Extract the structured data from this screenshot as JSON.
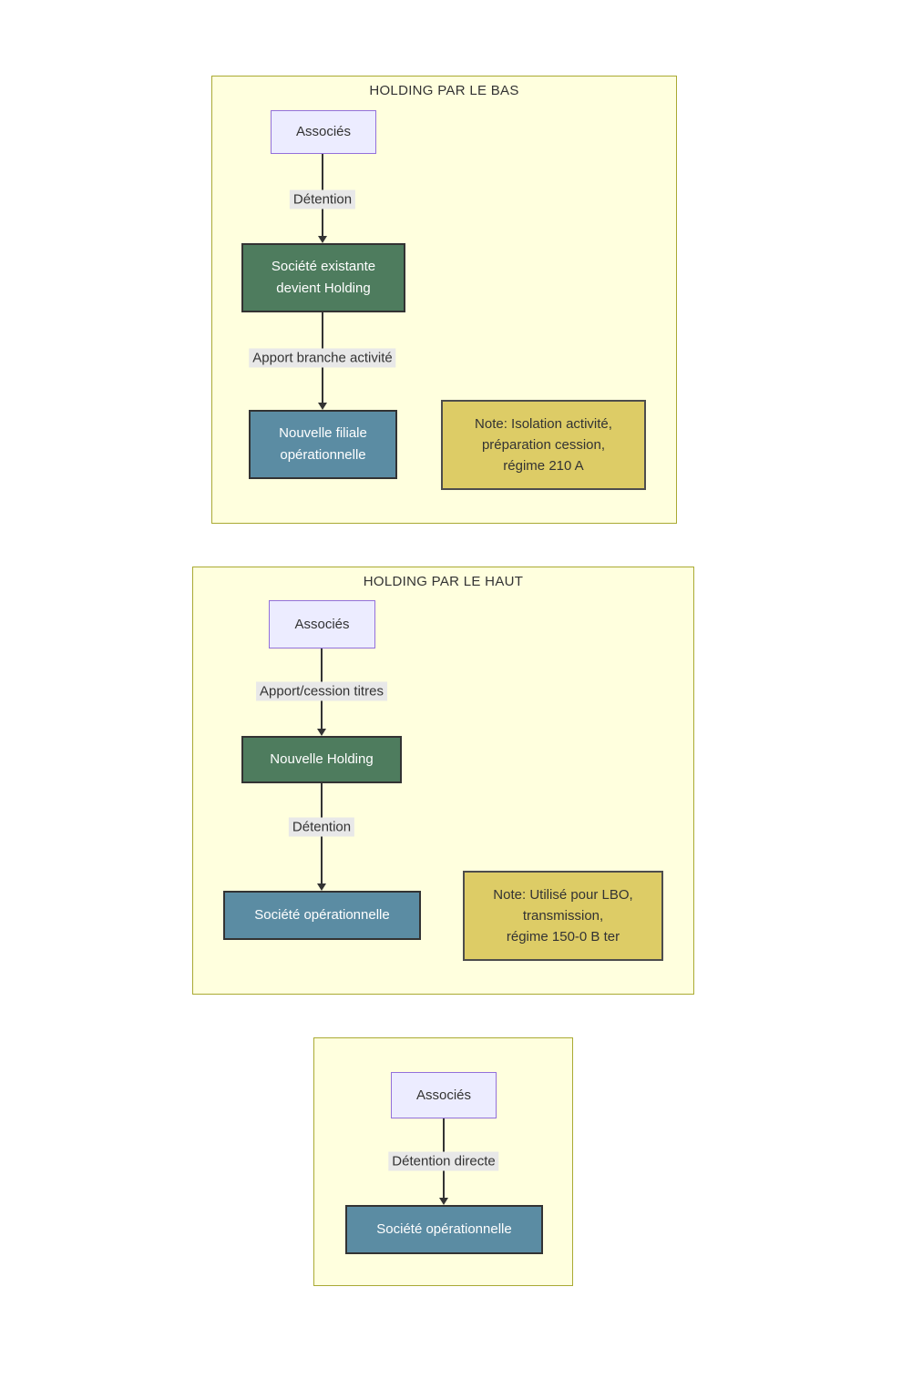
{
  "colors": {
    "cluster_bg": "#ffffde",
    "cluster_border": "#aaaa33",
    "node_lavender_bg": "#ececff",
    "node_lavender_border": "#9370db",
    "node_green_bg": "#4e7c5e",
    "node_teal_bg": "#5b8ca3",
    "node_dark_border": "#333333",
    "note_bg": "#ddcc66",
    "note_border": "#4d4d4d",
    "edge_label_bg": "#e8e8e8",
    "text_dark": "#333333",
    "text_light": "#ffffff"
  },
  "sections": [
    {
      "title": "HOLDING PAR LE BAS",
      "associes": "Associés",
      "edge1": "Détention",
      "holding_lines": [
        "Société existante",
        "devient Holding"
      ],
      "edge2": "Apport branche activité",
      "filiale_lines": [
        "Nouvelle filiale",
        "opérationnelle"
      ],
      "note_lines": [
        "Note: Isolation activité,",
        "préparation cession,",
        "régime 210 A"
      ]
    },
    {
      "title": "HOLDING PAR LE HAUT",
      "associes": "Associés",
      "edge1": "Apport/cession titres",
      "holding": "Nouvelle Holding",
      "edge2": "Détention",
      "operationnelle": "Société opérationnelle",
      "note_lines": [
        "Note: Utilisé pour LBO,",
        "transmission,",
        "régime 150-0 B ter"
      ]
    },
    {
      "associes": "Associés",
      "edge1": "Détention directe",
      "operationnelle": "Société opérationnelle"
    }
  ]
}
